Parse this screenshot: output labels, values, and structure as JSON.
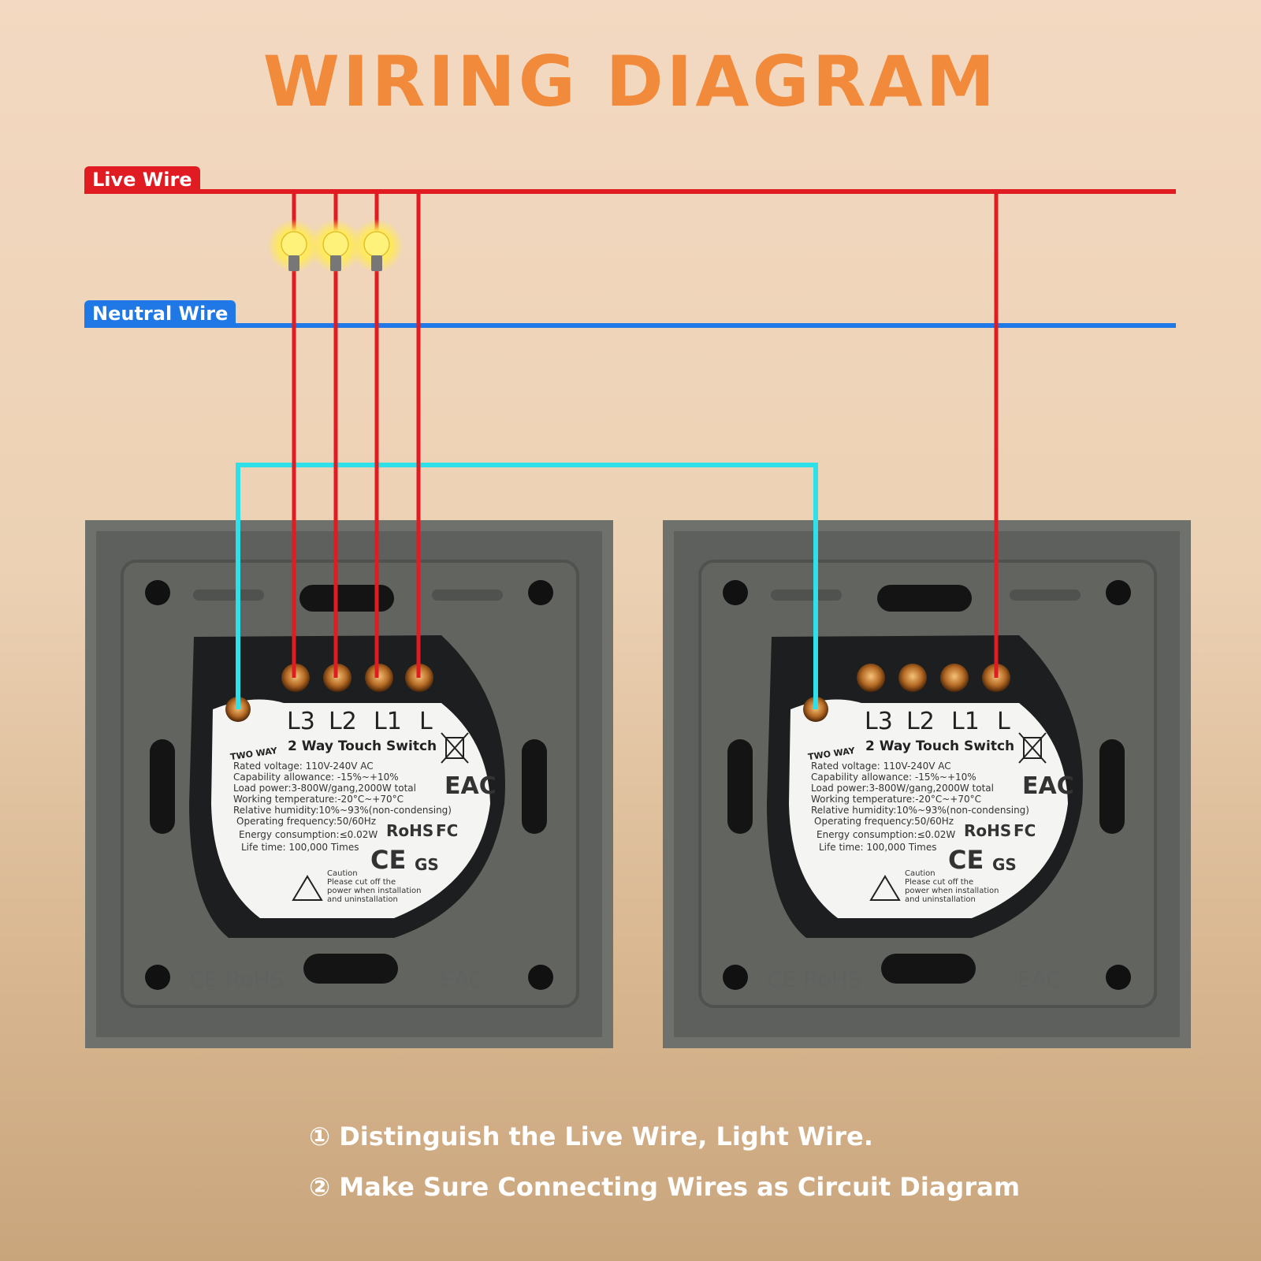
{
  "title": "WIRING DIAGRAM",
  "wires": {
    "live_label": "Live Wire",
    "neutral_label": "Neutral  Wire",
    "live_color": "#e11b22",
    "neutral_color": "#1f78e6",
    "traveler_color": "#2ee0e8"
  },
  "switch": {
    "terminals": [
      "L3",
      "L2",
      "L1",
      "L"
    ],
    "title": "2 Way Touch Switch",
    "two_way": "TWO WAY",
    "specs": [
      "Rated voltage: 110V-240V AC",
      "Capability allowance: -15%~+10%",
      "Load power:3-800W/gang,2000W total",
      "Working temperature:-20°C~+70°C",
      "Relative humidity:10%~93%(non-condensing)",
      "Operating frequency:50/60Hz",
      "Energy consumption:≤0.02W",
      "Life time: 100,000 Times"
    ],
    "cert_rohs": "RoHS",
    "cert_fc": "FC",
    "cert_ce": "CE",
    "cert_eac": "EAC",
    "cert_gs": "GS",
    "caution": [
      "Caution",
      "Please cut off the",
      "power when installation",
      "and uninstallation"
    ],
    "embossed_ce_rohs": "CE RoHS",
    "embossed_eac": "EAC"
  },
  "notes": [
    "① Distinguish the Live Wire, Light Wire.",
    "② Make Sure Connecting Wires as Circuit Diagram"
  ]
}
